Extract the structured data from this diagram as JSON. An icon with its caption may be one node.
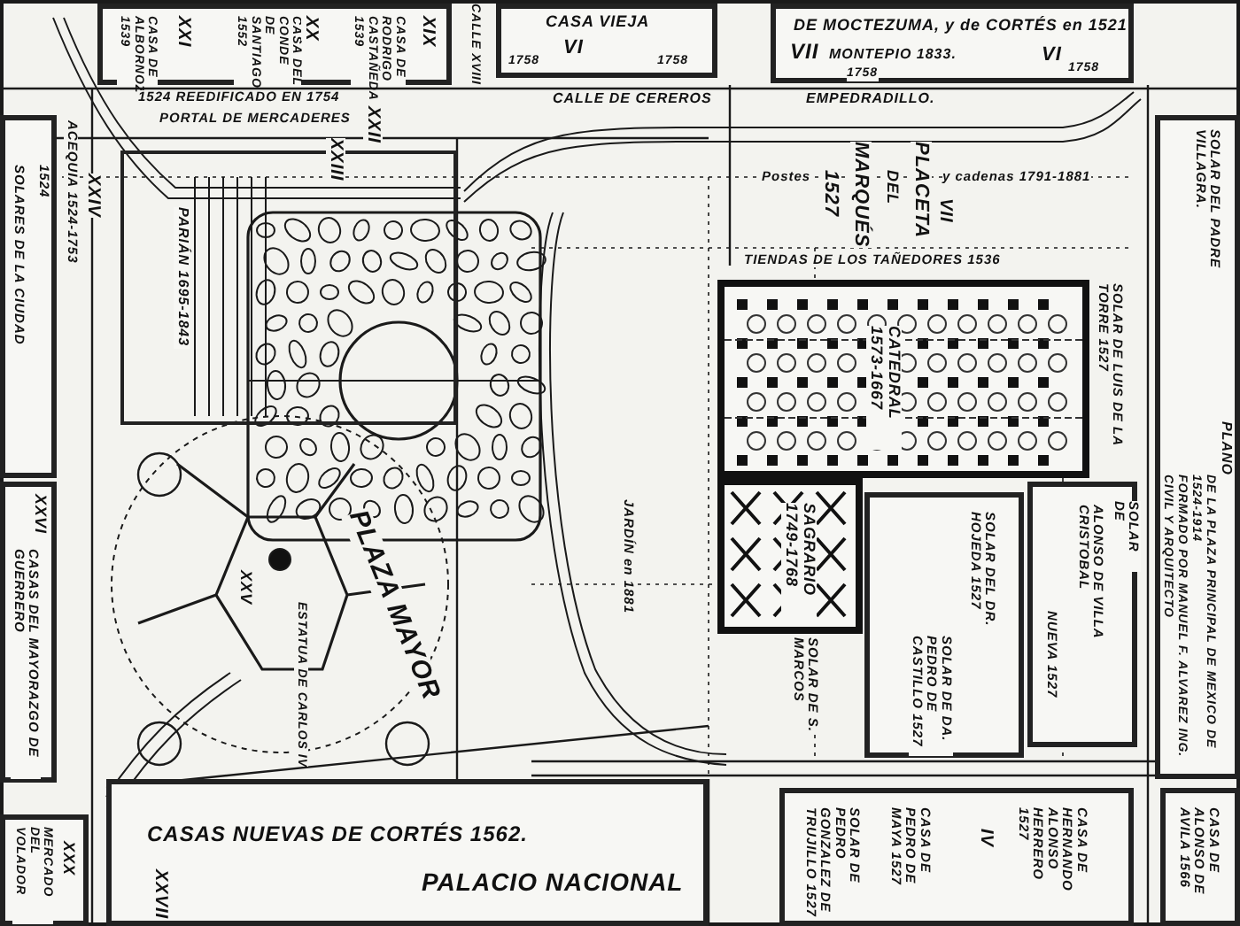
{
  "diagram": {
    "nodes": [
      {
        "text": [
          "CASA DE ALBORNOZ 1539",
          "XXI",
          "CASA DEL CONDE DE SANTIAGO 1552",
          "XX",
          "CASA DE RODRIGO CASTAÑEDA 1539",
          "XIX"
        ]
      },
      {
        "text": [
          "CASA VIEJA",
          "VI",
          "1758",
          "1758"
        ]
      },
      {
        "text": [
          "DE MOCTEZUMA, y de CORTÉS en 1521",
          "VII",
          "MONTEPIO 1833.",
          "VI",
          "1758",
          "1758"
        ]
      },
      {
        "text": [
          "SOLAR DEL PADRE VILLAGRA.",
          "PLANO",
          "DE LA PLAZA PRINCIPAL DE MEXICO DE 1524-1914",
          "FORMADO POR MANUEL F. ALVAREZ ING. CIVIL Y ARQUITECTO"
        ]
      },
      {
        "text": [
          "CATEDRAL 1573-1667"
        ]
      },
      {
        "text": [
          "SAGRARIO 1749-1768"
        ]
      },
      {
        "text": [
          "SOLAR DEL DR. HOJEDA 1527",
          "SOLAR DE DA. PEDRO DE CASTILLO 1527"
        ]
      },
      {
        "text": [
          "SOLAR DE",
          "ALONSO DE VILLA CRISTOBAL",
          "NUEVA 1527"
        ]
      },
      {
        "text": [
          "CASAS NUEVAS DE CORTÉS 1562.",
          "XXVII",
          "PALACIO NACIONAL"
        ]
      },
      {
        "text": [
          "SOLAR DE PEDRO GONZALEZ DE TRUJILLO 1527",
          "CASA DE PEDRO DE MAYA 1527",
          "IV",
          "CASA DE HERNANDO ALONSO HERRERO 1527"
        ]
      },
      {
        "text": [
          "CASA DE ALONSO DE AVILA 1566"
        ]
      },
      {
        "text": [
          "SOLARES DE LA CIUDAD",
          "1524"
        ]
      },
      {
        "text": [
          "CASAS DEL MAYORAZGO DE GUERRERO",
          "XXVI"
        ]
      },
      {
        "text": [
          "MERCADO DEL VOLADOR",
          "XXX"
        ]
      },
      {
        "text": [
          "PARIÁN 1695-1843"
        ]
      }
    ],
    "labels": [
      "1524 REEDIFICADO EN 1754",
      "PORTAL DE MERCADERES",
      "XXII",
      "CALLE XVIII",
      "CALLE DE CEREROS",
      "EMPEDRADILLO.",
      "Postes",
      "y cadenas 1791-1881",
      "1527",
      "MARQUÉS",
      "DEL",
      "PLACETA",
      "VII",
      "TIENDAS DE LOS TAÑEDORES 1536",
      "SOLAR DE LUIS DE LA TORRE 1527",
      "XXIV",
      "ACEQUIA 1524-1753",
      "XXIII",
      "JARDÍN en 1881",
      "PLAZA MAYOR",
      "ESTATUA DE CARLOS IV",
      "XXV",
      "SOLAR DE S. MARCOS"
    ]
  }
}
